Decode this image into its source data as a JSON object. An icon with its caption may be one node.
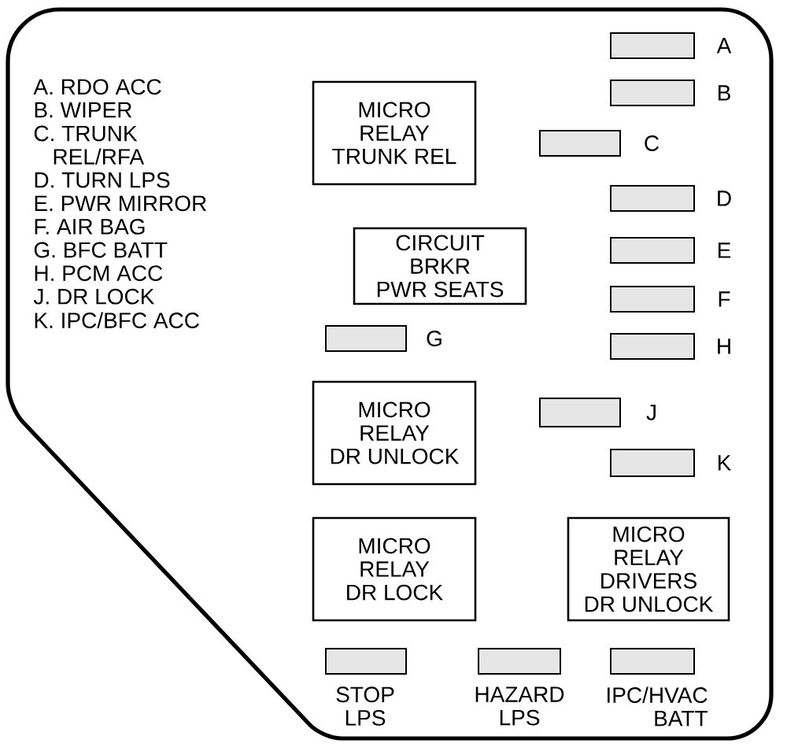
{
  "diagram": {
    "nodes": [
      {
        "text": [],
        "shape": "box",
        "beside": [
          "A"
        ]
      },
      {
        "text": [
          "MICRO RELAY TRUNK REL"
        ]
      },
      {
        "text": [],
        "shape": "box",
        "beside": [
          "B"
        ]
      },
      {
        "text": [],
        "shape": "box",
        "beside": [
          "C"
        ]
      },
      {
        "text": [],
        "shape": "box",
        "beside": [
          "D"
        ]
      },
      {
        "text": [
          "CIRCUIT BRKR PWR SEATS"
        ]
      },
      {
        "text": [],
        "shape": "box",
        "beside": [
          "E"
        ]
      },
      {
        "text": [],
        "shape": "box",
        "beside": [
          "F"
        ]
      },
      {
        "text": [],
        "shape": "box",
        "beside": [
          "G"
        ]
      },
      {
        "text": [],
        "shape": "box",
        "beside": [
          "H"
        ]
      },
      {
        "text": [
          "MICRO RELAY DR UNLOCK"
        ]
      },
      {
        "text": [],
        "shape": "box",
        "beside": [
          "J"
        ]
      },
      {
        "text": [],
        "shape": "box",
        "beside": [
          "K"
        ]
      },
      {
        "text": [
          "MICRO RELAY DR LOCK"
        ]
      },
      {
        "text": [
          "MICRO RELAY DRIVERS DR UNLOCK"
        ]
      },
      {
        "text": [],
        "shape": "box",
        "beside": [
          "STOP LPS"
        ]
      },
      {
        "text": [],
        "shape": "box",
        "beside": [
          "HAZARD LPS"
        ]
      },
      {
        "text": [],
        "shape": "box",
        "beside": [
          "IPC/HVAC BATT"
        ]
      }
    ],
    "labels": [
      "A. RDO ACC",
      "B. WIPER",
      "C. TRUNK REL/RFA",
      "D. TURN LPS",
      "E. PWR MIRROR",
      "F. AIR BAG",
      "G. BFC BATT",
      "H. PCM ACC",
      "J. DR LOCK",
      "K. IPC/BFC ACC"
    ]
  }
}
